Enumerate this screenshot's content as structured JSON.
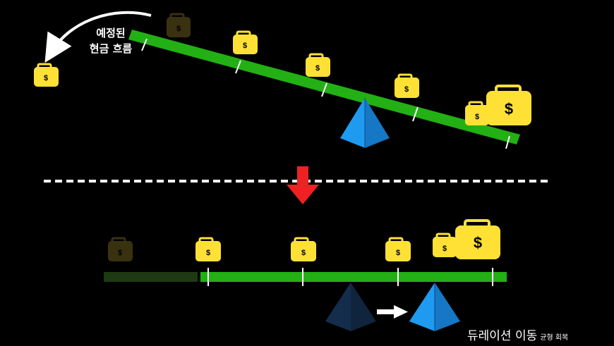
{
  "labels": {
    "cash_flow_line1": "예정된",
    "cash_flow_line2": "현금 흐름",
    "title_main": "듀레이션 이동",
    "title_sub": "균형 회복",
    "currency_symbol": "$"
  },
  "colors": {
    "background": "#000000",
    "beam": "#22b014",
    "beam_faded": "#1d3a13",
    "bag": "#ffe135",
    "bag_faded": "#3a3110",
    "fulcrum": "#1e9bf0",
    "fulcrum_shade": "#1677c4",
    "fulcrum_faded": "#142d4c",
    "arrow_down": "#ee2222",
    "arrow_white": "#ffffff",
    "divider": "#ffffff"
  },
  "icons": {
    "bag": "money-bag-icon",
    "fulcrum": "pyramid-fulcrum-icon",
    "curved_arrow": "curved-arrow-icon",
    "down_arrow": "down-arrow-icon",
    "right_arrow": "right-arrow-icon"
  }
}
